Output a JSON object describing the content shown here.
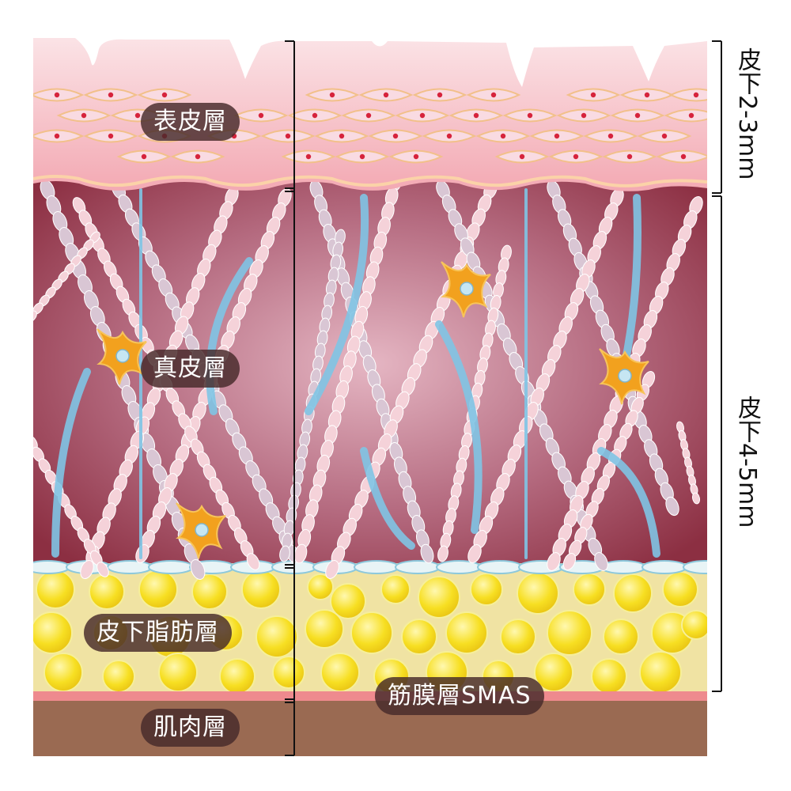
{
  "labels": {
    "epidermis": "表皮層",
    "dermis": "真皮層",
    "subcutaneous_fat": "皮下脂肪層",
    "muscle": "肌肉層",
    "fascia": "筋膜層SMAS"
  },
  "depth_markers": {
    "upper": "皮下2-3mm",
    "lower": "皮下4-5mm"
  },
  "colors": {
    "epidermis": "#f4b9c0",
    "dermis": "#9d4a5b",
    "collagen": "#f3cfd6",
    "elastin": "#7fc4e4",
    "fibroblast": "#f2a11e",
    "fat_background": "#f0e3a3",
    "fat_cell": "#f6dc1f",
    "fascia": "#ee8a8e",
    "muscle": "#9a6a52"
  }
}
